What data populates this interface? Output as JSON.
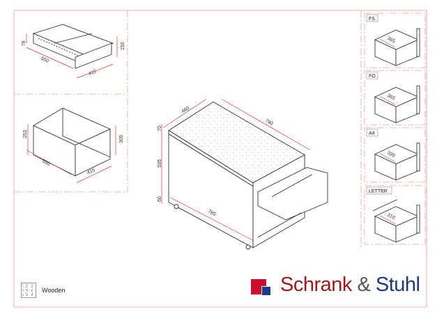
{
  "drawing": {
    "top_left_drawer": {
      "dims": [
        "78",
        "550",
        "415",
        "150"
      ]
    },
    "bottom_left_drawer": {
      "dims": [
        "253",
        "550",
        "415",
        "305"
      ]
    },
    "pedestal": {
      "dims": [
        "460",
        "790",
        "70",
        "535",
        "60",
        "785"
      ]
    },
    "variants": [
      {
        "label": "FS",
        "dim": "365"
      },
      {
        "label": "FO",
        "dim": "365"
      },
      {
        "label": "A4",
        "dim": "330"
      },
      {
        "label": "LETTER",
        "dim": "310"
      }
    ]
  },
  "legend": {
    "label": "Wooden"
  },
  "logo": {
    "part1": "Schrank",
    "amp": "&",
    "part2": "Stuhl"
  }
}
